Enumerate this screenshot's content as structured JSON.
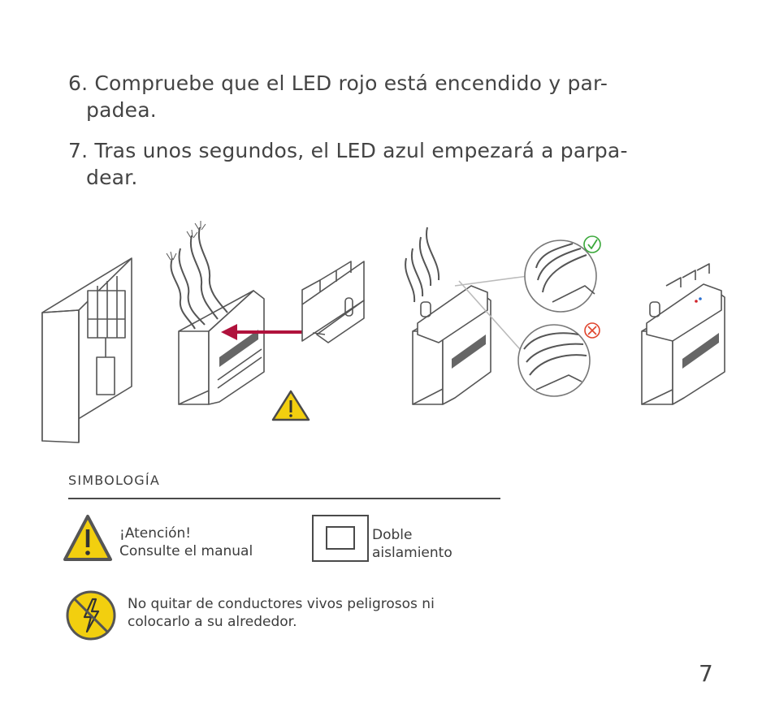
{
  "steps": [
    {
      "line1": "6. Compruebe que el LED rojo está encendido y par-",
      "line2": "padea."
    },
    {
      "line1": "7. Tras unos segundos, el LED azul empezará a parpa-",
      "line2": "dear."
    }
  ],
  "symbology": {
    "title": "SIMBOLOGÍA",
    "warning": {
      "line1": "¡Atención!",
      "line2": "Consulte el manual"
    },
    "double_insulation": {
      "line1": "Doble",
      "line2": "aislamiento"
    },
    "no_remove": {
      "line1": "No quitar de conductores vivos peligrosos ni",
      "line2": "colocarlo a su alrededor."
    }
  },
  "page_number": "7",
  "colors": {
    "line": "#555555",
    "arrow": "#b0123c",
    "warning_yellow": "#f2cf0f",
    "ok_green": "#3aa83a",
    "bad_red": "#e0452e"
  },
  "icons": [
    "warning-triangle-icon",
    "double-insulation-icon",
    "no-touch-live-icon",
    "check-icon",
    "cross-icon"
  ]
}
